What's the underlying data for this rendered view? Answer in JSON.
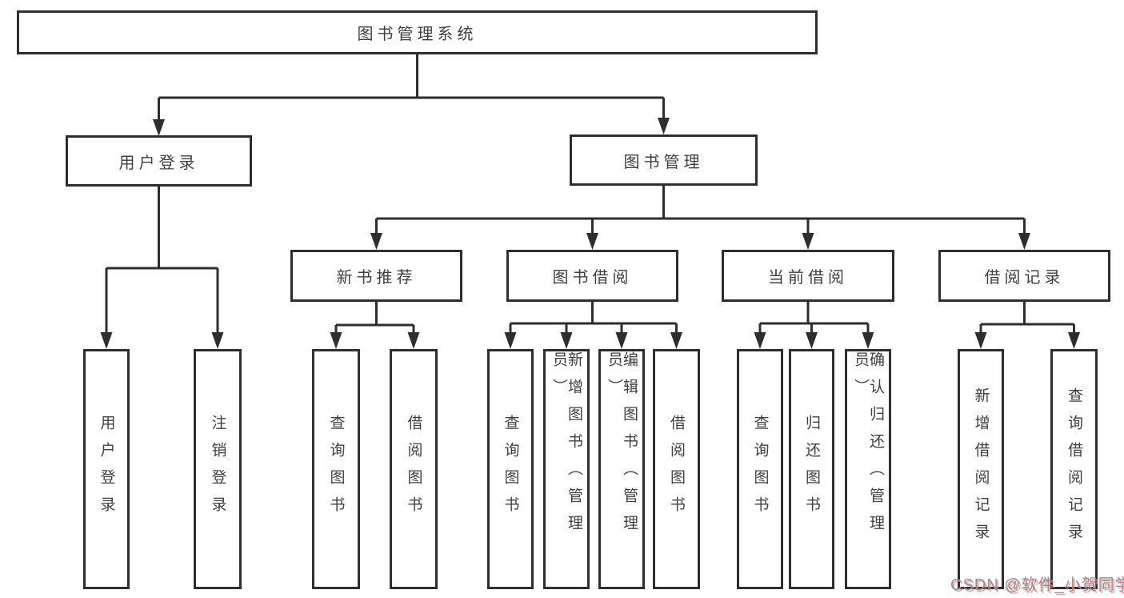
{
  "tree": {
    "root": "图书管理系统",
    "level2": [
      "用户登录",
      "图书管理"
    ],
    "level3": [
      "新书推荐",
      "图书借阅",
      "当前借阅",
      "借阅记录"
    ],
    "leaves": {
      "user_login": [
        "用户登录",
        "注销登录"
      ],
      "new_book": [
        "查询图书",
        "借阅图书"
      ],
      "book_borrow": [
        "查询图书",
        "新增图书（管理员）",
        "编辑图书（管理员）",
        "借阅图书"
      ],
      "current_borrow": [
        "查询图书",
        "归还图书",
        "确认归还（管理员）"
      ],
      "borrow_record": [
        "新增借阅记录",
        "查询借阅记录"
      ]
    }
  },
  "watermark": {
    "text": "CSDN @软件_小贺同学"
  },
  "colors": {
    "line": "#2e2e2e",
    "text": "#3f3f3f",
    "background": "#ffffff",
    "watermark_text": "#8e9299",
    "watermark_shadow": "#fa787d"
  }
}
